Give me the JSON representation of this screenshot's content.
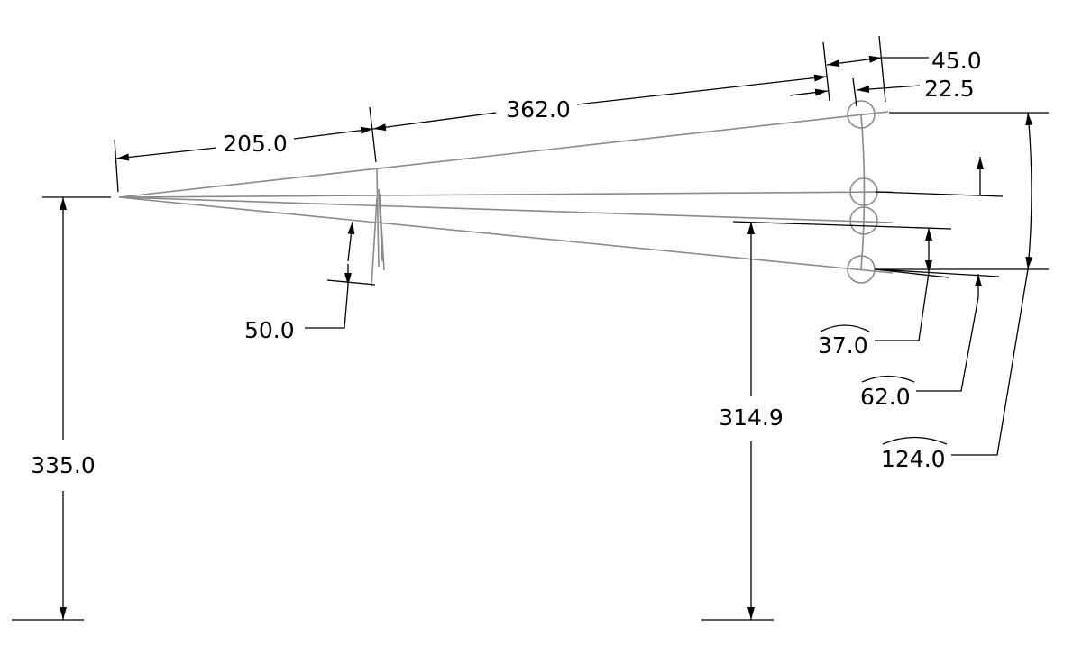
{
  "dimensions": {
    "d_205": "205.0",
    "d_362": "362.0",
    "d_45": "45.0",
    "d_22_5": "22.5",
    "d_50": "50.0",
    "d_335": "335.0",
    "d_314_9": "314.9",
    "arc_37": "37.0",
    "arc_62": "62.0",
    "arc_124": "124.0"
  },
  "colors": {
    "geometry": "#8a8a8a",
    "dimension": "#000000"
  }
}
